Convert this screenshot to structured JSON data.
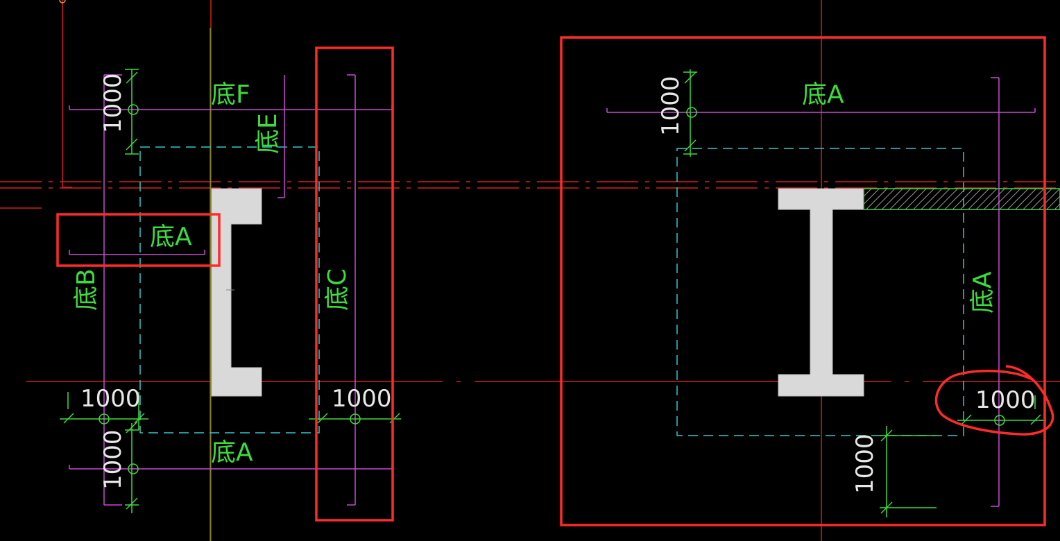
{
  "labels": {
    "di_f": "底F",
    "di_e": "底E",
    "di_a_left": "底A",
    "di_b": "底B",
    "di_c": "底C",
    "di_a_bottom": "底A",
    "di_a_right_top": "底A",
    "di_a_right_side": "底A"
  },
  "dims": {
    "left_top_vertical": "1000",
    "left_bottom_horizontal": "1000",
    "left_bottom_vertical": "1000",
    "middle_bottom_horizontal": "1000",
    "right_top_vertical": "1000",
    "right_bottom_horizontal": "1000",
    "right_bottom_vertical": "1000"
  },
  "colors": {
    "background": "#000000",
    "magenta": "#c84bd6",
    "green_dim": "#3ddc3d",
    "cyan_dash": "#35c9c9",
    "red_axis": "#d61f1f",
    "red_markup": "#ff2a2a",
    "section_fill": "#d9d9d9",
    "white_text": "#e8e8e8"
  }
}
